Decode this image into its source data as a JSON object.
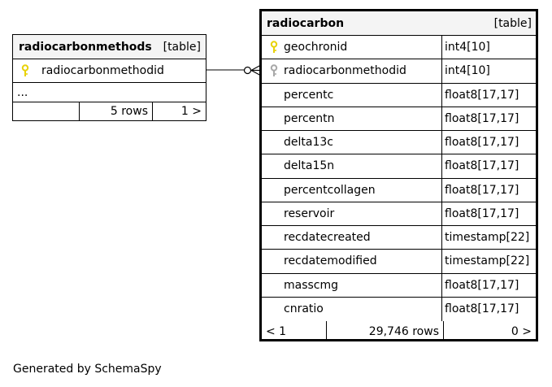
{
  "left_table": {
    "name": "radiocarbonmethods",
    "type_label": "[table]",
    "column": "radiocarbonmethodid",
    "ellipsis": "...",
    "rows_label": "5 rows",
    "nav_next": "1 >"
  },
  "right_table": {
    "name": "radiocarbon",
    "type_label": "[table]",
    "columns": [
      {
        "name": "geochronid",
        "type": "int4[10]"
      },
      {
        "name": "radiocarbonmethodid",
        "type": "int4[10]"
      },
      {
        "name": "percentc",
        "type": "float8[17,17]"
      },
      {
        "name": "percentn",
        "type": "float8[17,17]"
      },
      {
        "name": "delta13c",
        "type": "float8[17,17]"
      },
      {
        "name": "delta15n",
        "type": "float8[17,17]"
      },
      {
        "name": "percentcollagen",
        "type": "float8[17,17]"
      },
      {
        "name": "reservoir",
        "type": "float8[17,17]"
      },
      {
        "name": "recdatecreated",
        "type": "timestamp[22]"
      },
      {
        "name": "recdatemodified",
        "type": "timestamp[22]"
      },
      {
        "name": "masscmg",
        "type": "float8[17,17]"
      },
      {
        "name": "cnratio",
        "type": "float8[17,17]"
      }
    ],
    "nav_prev": "< 1",
    "rows_label": "29,746 rows",
    "nav_next": "0 >"
  },
  "colors": {
    "primary_key": "#e8d20a",
    "foreign_key": "#a8a8a8",
    "title_bg": "#f4f4f4"
  },
  "footer": "Generated by SchemaSpy"
}
